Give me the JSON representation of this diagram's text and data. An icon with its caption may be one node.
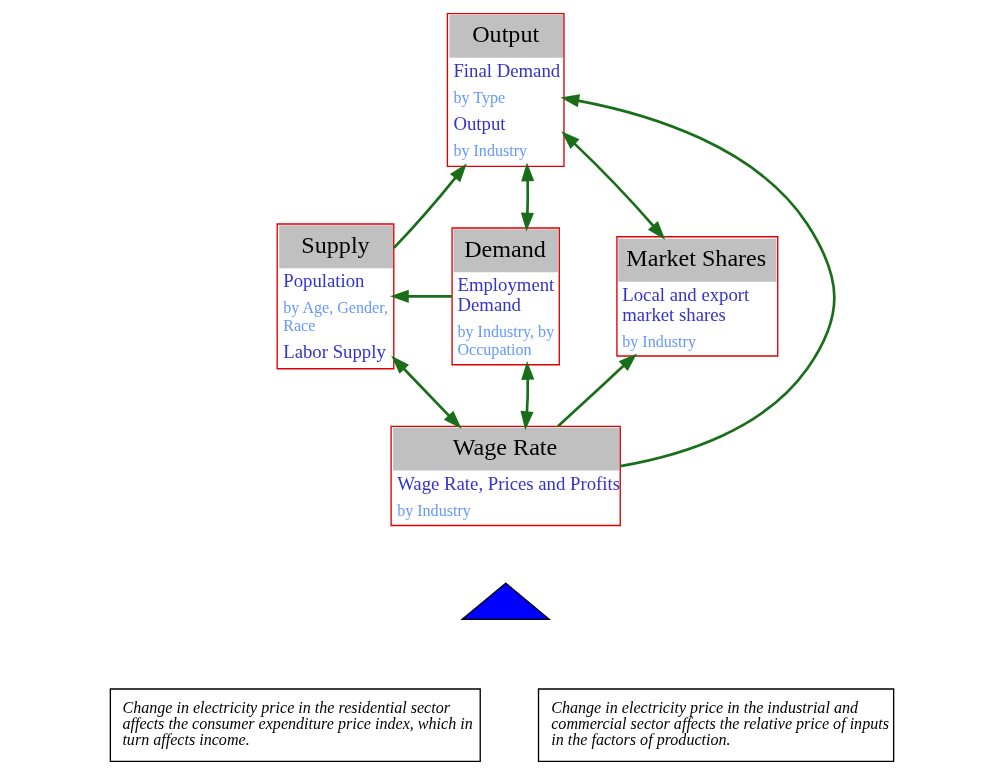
{
  "diagram": {
    "nodes": [
      {
        "text": [
          "Output",
          "Final Demand",
          "by Type",
          "Output",
          "by Industry"
        ]
      },
      {
        "text": [
          "Supply",
          "Population",
          "by Age, Gender, Race",
          "Labor Supply"
        ]
      },
      {
        "text": [
          "Demand",
          "Employment Demand",
          "by Industry, by Occupation"
        ]
      },
      {
        "text": [
          "Market Shares",
          "Local and export market shares",
          "by Industry"
        ]
      },
      {
        "text": [
          "Wage Rate",
          "Wage Rate, Prices and Profits",
          "by Industry"
        ]
      },
      {
        "text": [],
        "shape": "triangle"
      },
      {
        "text": [
          "Change in electricity price in the residential sector affects the consumer expenditure price index, which in turn affects income."
        ]
      },
      {
        "text": [
          "Change in electricity price in the industrial and commercial sector affects the relative price of inputs in the factors of production."
        ]
      }
    ],
    "edges": [
      {
        "from": 1,
        "to": 0,
        "arrow": "to"
      },
      {
        "from": 0,
        "to": 2,
        "arrow": "both"
      },
      {
        "from": 2,
        "to": 1,
        "arrow": "to"
      },
      {
        "from": 2,
        "to": 4,
        "arrow": "both"
      },
      {
        "from": 1,
        "to": 4,
        "arrow": "both"
      },
      {
        "from": 4,
        "to": 0,
        "arrow": "to"
      },
      {
        "from": 0,
        "to": 3,
        "arrow": "both"
      },
      {
        "from": 4,
        "to": 3,
        "arrow": "to"
      }
    ]
  }
}
